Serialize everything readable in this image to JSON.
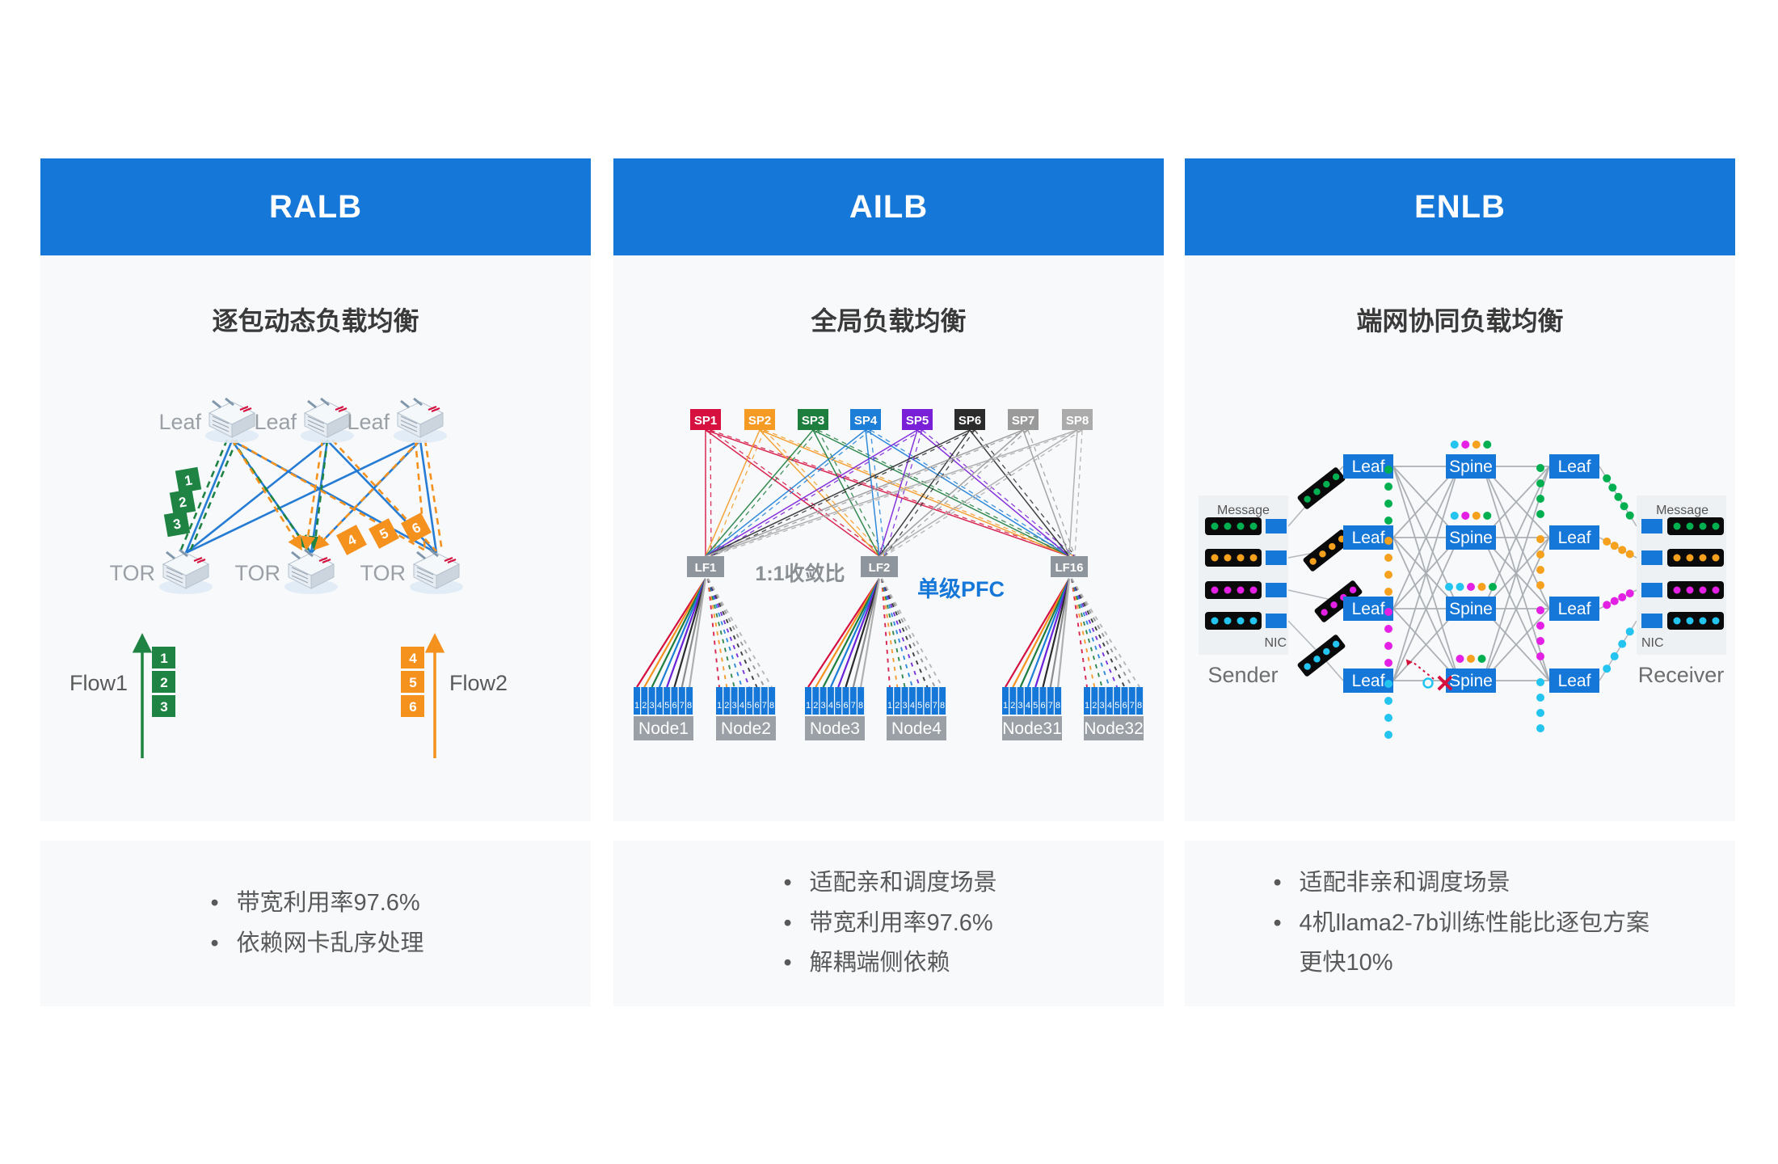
{
  "panels": [
    {
      "header": "RALB",
      "subtitle": "逐包动态负载均衡",
      "bullets": [
        "带宽利用率97.6%",
        "依赖网卡乱序处理"
      ]
    },
    {
      "header": "AILB",
      "subtitle": "全局负载均衡",
      "bullets": [
        "适配亲和调度场景",
        "带宽利用率97.6%",
        "解耦端侧依赖"
      ]
    },
    {
      "header": "ENLB",
      "subtitle": "端网协同负载均衡",
      "bullets": [
        "适配非亲和调度场景",
        "4机llama2-7b训练性能比逐包方案更快10%"
      ]
    }
  ],
  "ralb": {
    "leaf_labels": [
      "Leaf",
      "Leaf",
      "Leaf"
    ],
    "tor_labels": [
      "TOR",
      "TOR",
      "TOR"
    ],
    "flow1_label": "Flow1",
    "flow2_label": "Flow2",
    "flow1_packets": [
      "1",
      "2",
      "3"
    ],
    "flow2_packets": [
      "4",
      "5",
      "6"
    ],
    "flow1_color": "#1f8443",
    "flow2_color": "#f5921e",
    "link_color": "#1b76d2"
  },
  "ailb": {
    "sp_labels": [
      "SP1",
      "SP2",
      "SP3",
      "SP4",
      "SP5",
      "SP6",
      "SP7",
      "SP8"
    ],
    "sp_colors": [
      "#d6103f",
      "#f59a23",
      "#1e7e3e",
      "#1c7ed6",
      "#7a1fd8",
      "#2b2b2b",
      "#9a9a9a",
      "#ababab"
    ],
    "lf_labels": [
      "LF1",
      "LF2",
      "LF16"
    ],
    "ratio_label": "1:1收敛比",
    "pfc_label": "单级PFC",
    "node_labels": [
      "Node1",
      "Node2",
      "Node3",
      "Node4",
      "Node31",
      "Node32"
    ],
    "port_numbers": [
      "1",
      "2",
      "3",
      "4",
      "5",
      "6",
      "7",
      "8"
    ],
    "line_colors": [
      "#d6103f",
      "#f5921e",
      "#1e7e3e",
      "#1c7ed6",
      "#6b21d8",
      "#2b2b2b",
      "#8c8c8c",
      "#b0b0b0"
    ],
    "port_color": "#1577d8"
  },
  "enlb": {
    "message_label": "Message",
    "nic_label": "NIC",
    "sender_label": "Sender",
    "receiver_label": "Receiver",
    "leaf_label": "Leaf",
    "spine_label": "Spine",
    "box_color": "#1577d8",
    "flow_colors": [
      "#00b050",
      "#f5a11d",
      "#e320e3",
      "#23c4f0"
    ],
    "error_color": "#d6103c"
  }
}
